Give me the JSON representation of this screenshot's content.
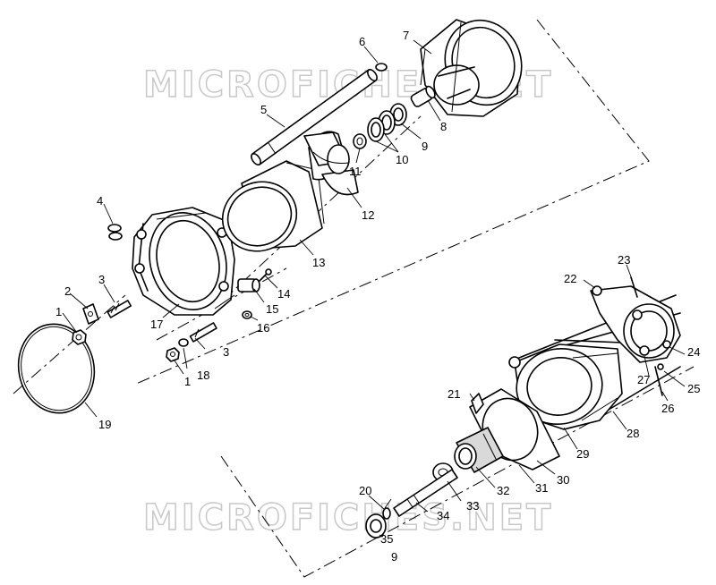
{
  "watermark": "MICROFICHES.NET",
  "callouts": [
    {
      "id": "c1a",
      "text": "1"
    },
    {
      "id": "c1b",
      "text": "1"
    },
    {
      "id": "c2",
      "text": "2"
    },
    {
      "id": "c3a",
      "text": "3"
    },
    {
      "id": "c3b",
      "text": "3"
    },
    {
      "id": "c4",
      "text": "4"
    },
    {
      "id": "c5",
      "text": "5"
    },
    {
      "id": "c6",
      "text": "6"
    },
    {
      "id": "c7",
      "text": "7"
    },
    {
      "id": "c8",
      "text": "8"
    },
    {
      "id": "c9a",
      "text": "9"
    },
    {
      "id": "c9b",
      "text": "9"
    },
    {
      "id": "c10",
      "text": "10"
    },
    {
      "id": "c11",
      "text": "11"
    },
    {
      "id": "c12",
      "text": "12"
    },
    {
      "id": "c13",
      "text": "13"
    },
    {
      "id": "c14",
      "text": "14"
    },
    {
      "id": "c15",
      "text": "15"
    },
    {
      "id": "c16",
      "text": "16"
    },
    {
      "id": "c17",
      "text": "17"
    },
    {
      "id": "c18",
      "text": "18"
    },
    {
      "id": "c19",
      "text": "19"
    },
    {
      "id": "c20",
      "text": "20"
    },
    {
      "id": "c21",
      "text": "21"
    },
    {
      "id": "c22",
      "text": "22"
    },
    {
      "id": "c23",
      "text": "23"
    },
    {
      "id": "c24",
      "text": "24"
    },
    {
      "id": "c25",
      "text": "25"
    },
    {
      "id": "c26",
      "text": "26"
    },
    {
      "id": "c27",
      "text": "27"
    },
    {
      "id": "c28",
      "text": "28"
    },
    {
      "id": "c29",
      "text": "29"
    },
    {
      "id": "c30",
      "text": "30"
    },
    {
      "id": "c31",
      "text": "31"
    },
    {
      "id": "c32",
      "text": "32"
    },
    {
      "id": "c33",
      "text": "33"
    },
    {
      "id": "c34",
      "text": "34"
    },
    {
      "id": "c35",
      "text": "35"
    }
  ]
}
